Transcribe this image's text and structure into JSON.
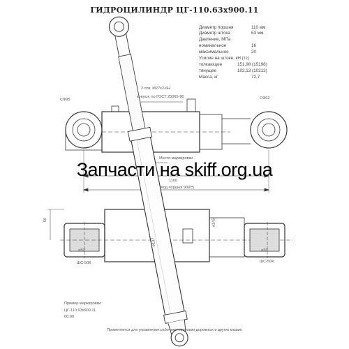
{
  "title": "ГИДРОЦИЛИНДР ЦГ-110.63х900.11",
  "specs": [
    {
      "label": "Диаметр поршня",
      "value": "110 мм"
    },
    {
      "label": "Диаметр штока",
      "value": "63 мм"
    },
    {
      "label": "Давление, МПа",
      "value": ""
    },
    {
      "label": "номинальное",
      "value": "16"
    },
    {
      "label": "максимальное",
      "value": "20"
    },
    {
      "label": "Усилие на штоке, кН (тс)",
      "value": ""
    },
    {
      "label": "толкающее",
      "value": "151,98 (15198)"
    },
    {
      "label": "тянущее",
      "value": "102,13 (10213)"
    },
    {
      "label": "Масса, кг",
      "value": "72,7"
    }
  ],
  "annotations": {
    "ports": "2 отв. М27х2-6Н",
    "ports_std": "конусн. по ГОСТ 25065-90",
    "left_radius": "СФ95",
    "right_radius": "СФ62",
    "marking_place": "Место маркировки",
    "dim_1100": "1100",
    "stroke": "Ход поршня 900±5",
    "dim_50": "50",
    "dim_d50_left": "⌀50",
    "dim_d50_right": "⌀50",
    "dim_d137": "⌀137",
    "dim_d145": "⌀145",
    "bearing_left": "ШС-50К",
    "bearing_right": "ШС-50К"
  },
  "watermark": "Запчасти на skiff.org.ua",
  "marking_example": {
    "heading": "Пример маркировки:",
    "line1": "ЦГ-110.63х900.11",
    "line2": "00.00"
  },
  "footer": "Применяется для управления рабочими органами дорожных и других машин"
}
